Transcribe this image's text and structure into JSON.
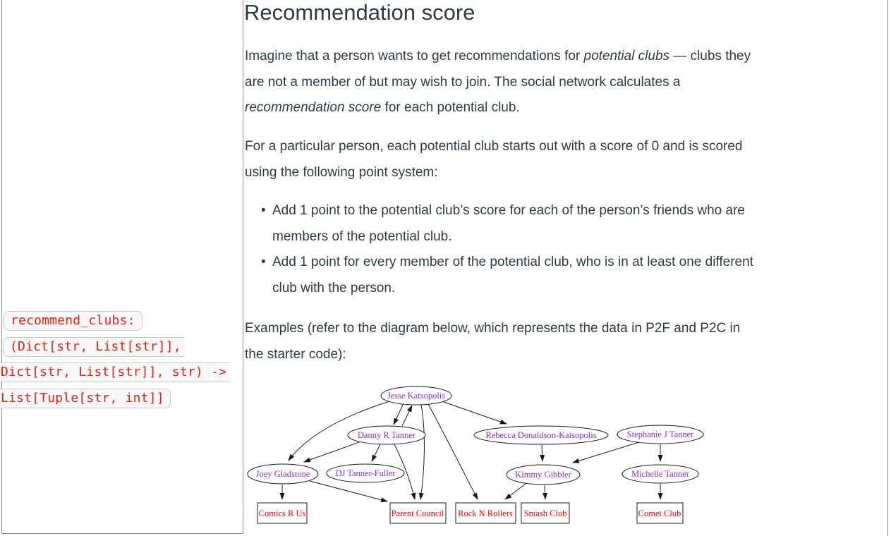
{
  "page": {
    "heading": "Recommendation score"
  },
  "left_panel": {
    "code_fragments": [
      "recommend_clubs:",
      "(Dict[str, List[str]],",
      "Dict[str, List[str]], str) ->",
      "List[Tuple[str, int]]"
    ],
    "code_text_color": "#e8200f"
  },
  "main": {
    "para1": {
      "l1a": "Imagine that a person wants to get recommendations for ",
      "l1_em": "potential clubs",
      "l1b": " — clubs they",
      "l2": "are not a member of but may wish to join. The social network calculates a",
      "l3_em": "recommendation score",
      "l3b": " for each potential club."
    },
    "para2": {
      "l1": "For a particular person, each potential club starts out with a score of 0 and is scored",
      "l2": "using the following point system:"
    },
    "bullets": [
      {
        "l1": "Add 1 point to the potential club’s score for each of the person’s friends who are",
        "l2": "members of the potential club."
      },
      {
        "l1": "Add 1 point for every member of the potential club, who is in at least one different",
        "l2": "club with the person."
      }
    ],
    "para3": {
      "l1": "Examples (refer to the diagram below, which represents the data in P2F and P2C in",
      "l2": "the starter code):"
    }
  },
  "diagram": {
    "type": "directed-graph",
    "people": [
      {
        "label": "Jesse Katsopolis"
      },
      {
        "label": "Danny R Tanner"
      },
      {
        "label": "Rebecca Donaldson-Katsopolis"
      },
      {
        "label": "Stephanie J Tanner"
      },
      {
        "label": "Joey Gladstone"
      },
      {
        "label": "DJ Tanner-Fuller"
      },
      {
        "label": "Kimmy Gibbler"
      },
      {
        "label": "Michelle Tanner"
      }
    ],
    "clubs": [
      {
        "label": "Comics R Us"
      },
      {
        "label": "Parent Council"
      },
      {
        "label": "Rock N Rollers"
      },
      {
        "label": "Smash Club"
      },
      {
        "label": "Comet Club"
      }
    ],
    "friend_edges": [
      [
        "Jesse Katsopolis",
        "Danny R Tanner"
      ],
      [
        "Danny R Tanner",
        "Jesse Katsopolis"
      ],
      [
        "Jesse Katsopolis",
        "Joey Gladstone"
      ],
      [
        "Danny R Tanner",
        "Joey Gladstone"
      ],
      [
        "Danny R Tanner",
        "DJ Tanner-Fuller"
      ],
      [
        "Jesse Katsopolis",
        "Rebecca Donaldson-Katsopolis"
      ],
      [
        "Rebecca Donaldson-Katsopolis",
        "Kimmy Gibbler"
      ],
      [
        "Stephanie J Tanner",
        "Kimmy Gibbler"
      ],
      [
        "Stephanie J Tanner",
        "Michelle Tanner"
      ]
    ],
    "club_edges": [
      [
        "Joey Gladstone",
        "Comics R Us"
      ],
      [
        "Joey Gladstone",
        "Parent Council"
      ],
      [
        "Danny R Tanner",
        "Parent Council"
      ],
      [
        "Jesse Katsopolis",
        "Parent Council"
      ],
      [
        "Jesse Katsopolis",
        "Rock N Rollers"
      ],
      [
        "Kimmy Gibbler",
        "Rock N Rollers"
      ],
      [
        "Kimmy Gibbler",
        "Smash Club"
      ],
      [
        "Michelle Tanner",
        "Comet Club"
      ]
    ],
    "colors": {
      "person_text": "#8A2BE2",
      "club_text": "#f20000",
      "node_border": "#1b1b1b"
    }
  }
}
